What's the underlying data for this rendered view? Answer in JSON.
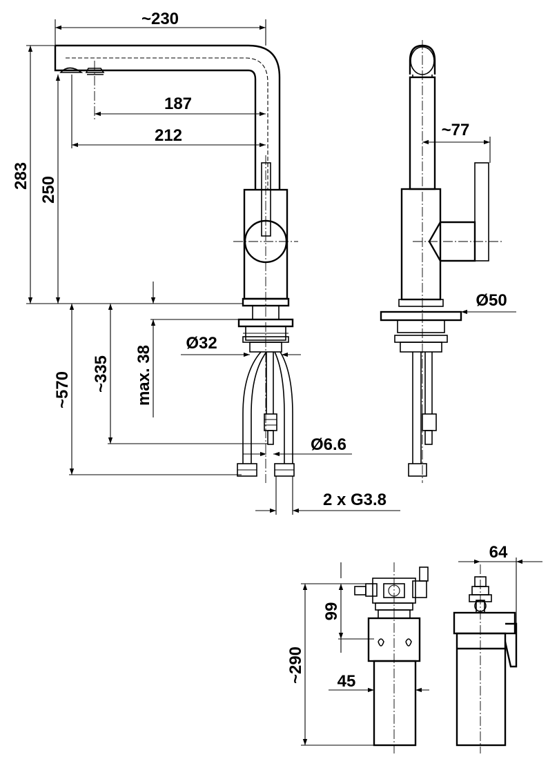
{
  "dimensions": {
    "spout_reach_total": "~230",
    "spout_reach_187": "187",
    "spout_reach_212": "212",
    "total_height": "283",
    "outlet_height": "250",
    "hose_length": "~570",
    "tail_length": "~335",
    "max_deck": "max. 38",
    "mount_diameter": "Ø32",
    "hose_diameter": "Ø6.6",
    "connections": "2 x G3.8",
    "side_offset": "~77",
    "base_diameter": "Ø50",
    "filter_height": "~290",
    "filter_head": "99",
    "filter_diameter": "45",
    "filter_depth": "64"
  }
}
